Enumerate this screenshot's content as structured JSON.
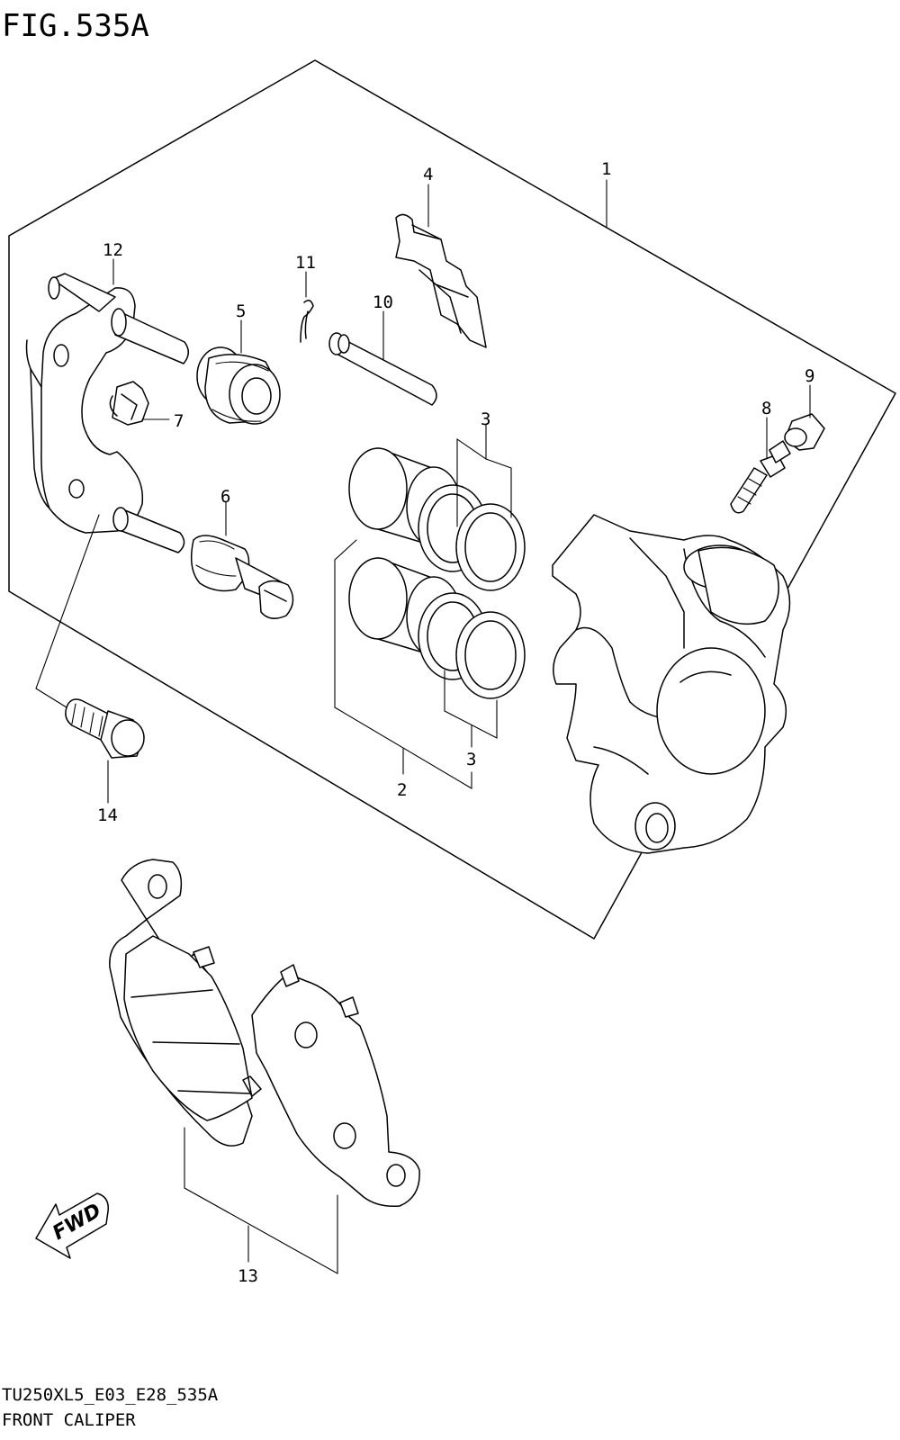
{
  "figure": {
    "title": "FIG.535A",
    "code": "TU250XL5_E03_E28_535A",
    "name": "FRONT CALIPER"
  },
  "callouts": {
    "c1": "1",
    "c2": "2",
    "c3a": "3",
    "c3b": "3",
    "c4": "4",
    "c5": "5",
    "c6": "6",
    "c7": "7",
    "c8": "8",
    "c9": "9",
    "c10": "10",
    "c11": "11",
    "c12": "12",
    "c13": "13",
    "c14": "14"
  },
  "direction_badge": "FWD"
}
